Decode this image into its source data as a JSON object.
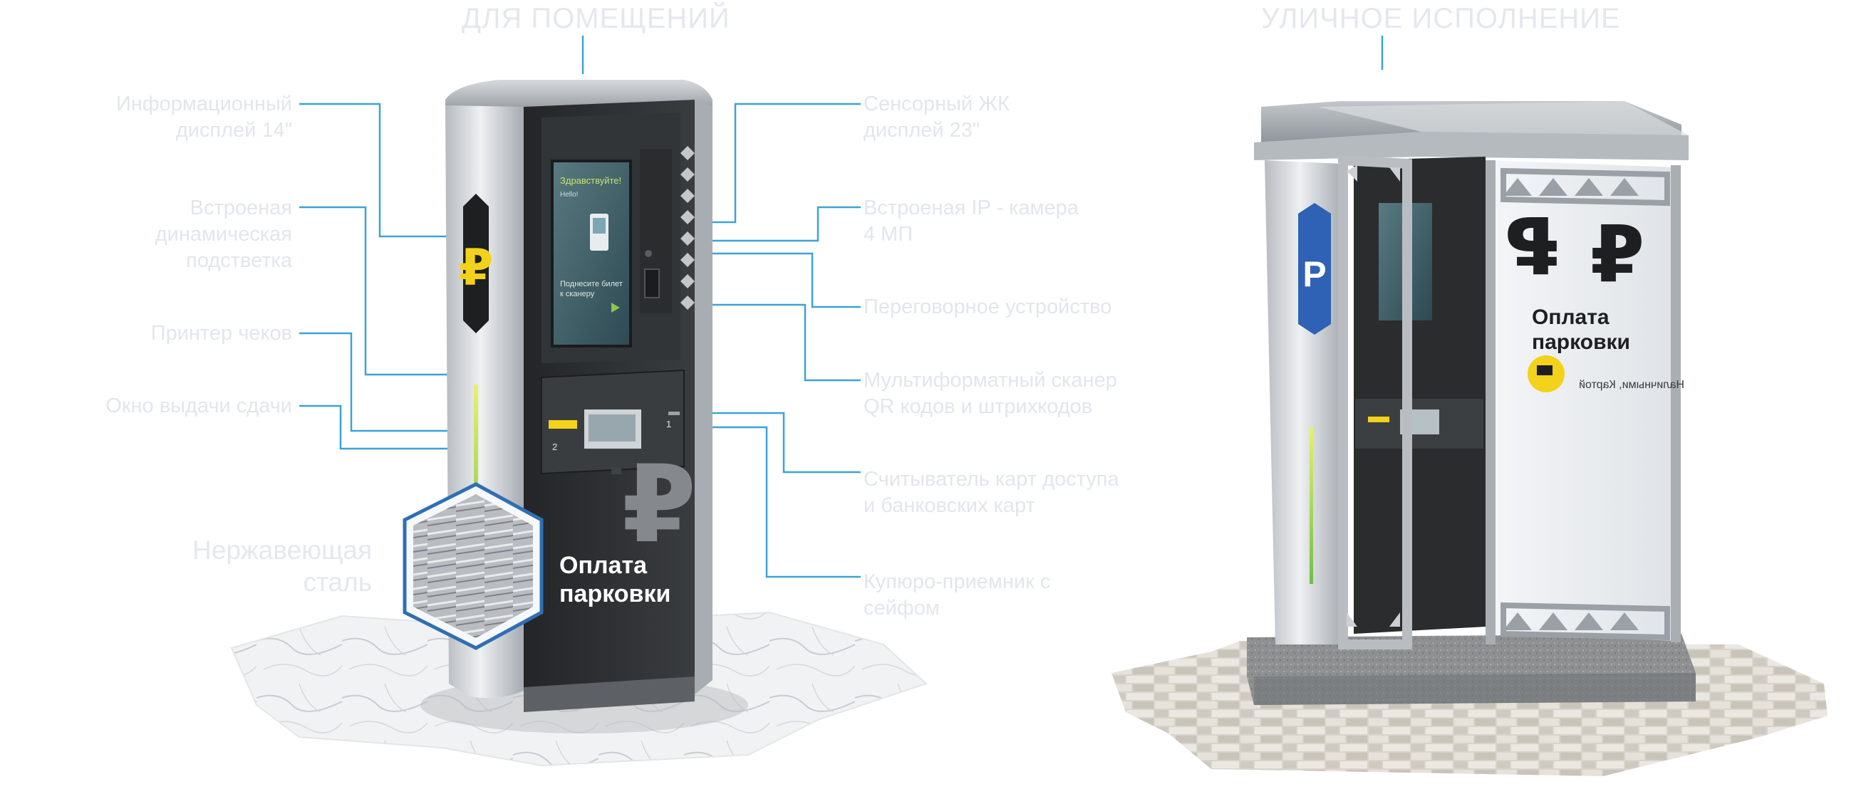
{
  "sections": {
    "indoor_title": "ДЛЯ ПОМЕЩЕНИЙ",
    "outdoor_title": "УЛИЧНОЕ ИСПОЛНЕНИЕ"
  },
  "callouts_left": {
    "info_display": [
      "Информационный",
      "дисплей 14\""
    ],
    "lighting": [
      "Встроеная",
      "динамическая",
      "подстветка"
    ],
    "receipt_printer": [
      "Принтер чеков"
    ],
    "change_window": [
      "Окно выдачи сдачи"
    ]
  },
  "callouts_right": {
    "touch_display": [
      "Сенсорный ЖК",
      "дисплей 23\""
    ],
    "ip_camera": [
      "Встроеная IP - камера",
      "4 МП"
    ],
    "intercom": [
      "Переговорное устройство"
    ],
    "scanner": [
      "Мультиформатный сканер",
      "QR кодов и штрихкодов"
    ],
    "card_reader": [
      "Считыватель карт доступа",
      "и банковских карт"
    ],
    "bill_acceptor": [
      "Купюро-приемник с",
      "сейфом"
    ]
  },
  "material": [
    "Нержавеющая",
    "сталь"
  ],
  "kiosk_indoor": {
    "ruble_sign": "₽",
    "screen_greeting": "Здравствуйте!",
    "screen_sub": "Hello!",
    "screen_prompt": [
      "Поднесите билет",
      "к сканеру"
    ],
    "slot_1": "1",
    "slot_2": "2",
    "label": [
      "Оплата",
      "парковки"
    ]
  },
  "kiosk_outdoor": {
    "side_letter": "P",
    "ruble_sign": "₽",
    "label": [
      "Оплата",
      "парковки"
    ],
    "mirrored_text": "Наличными, Картой"
  },
  "colors": {
    "leader_line": "#3ba3d6",
    "kiosk_dark": "#2b2d2f",
    "steel": "#c9ccd0",
    "screen": "#4c6a72",
    "yellow": "#f3d21b",
    "blue_panel": "#2f62b4"
  }
}
